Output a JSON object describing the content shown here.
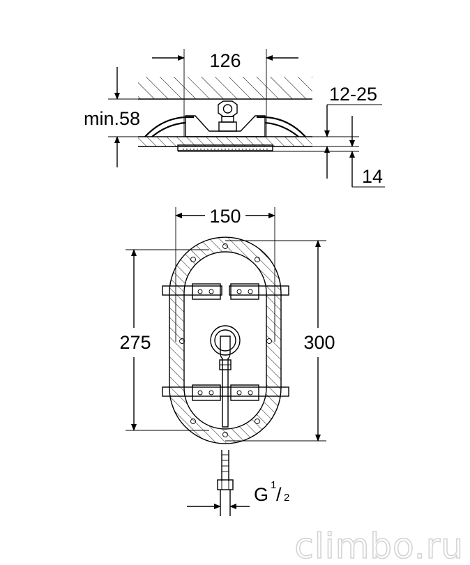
{
  "side_view": {
    "width": "126",
    "min_depth": "min.58",
    "range": "12-25",
    "plate": "14"
  },
  "front_view": {
    "width": "150",
    "height_inner": "275",
    "height_outer": "300",
    "thread_main": "G",
    "thread_num": "1",
    "thread_den": "2"
  },
  "watermark": "climbo.ru"
}
